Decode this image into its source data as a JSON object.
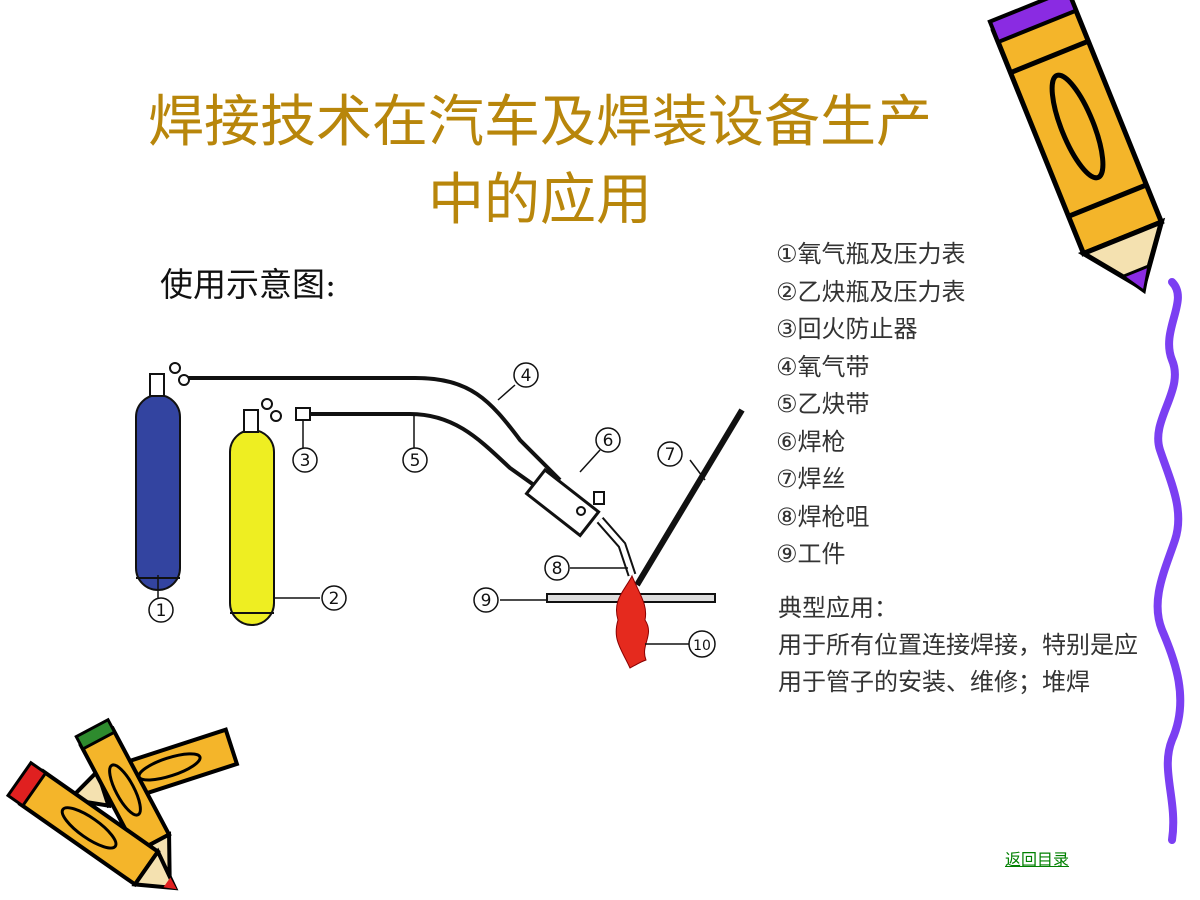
{
  "slide": {
    "title_line1": "焊接技术在汽车及焊装设备生产",
    "title_line2": "中的应用",
    "subtitle": "使用示意图:"
  },
  "legend": [
    "①氧气瓶及压力表",
    "②乙炔瓶及压力表",
    "③回火防止器",
    "④氧气带",
    "⑤乙炔带",
    "⑥焊枪",
    "⑦焊丝",
    "⑧焊枪咀",
    "⑨工件"
  ],
  "usage": {
    "heading": "典型应用：",
    "body": "用于所有位置连接焊接，特别是应用于管子的安装、维修；堆焊"
  },
  "diagram": {
    "labels": {
      "n1": "1",
      "n2": "2",
      "n3": "3",
      "n4": "4",
      "n5": "5",
      "n6": "6",
      "n7": "7",
      "n8": "8",
      "n9": "9",
      "n10": "10"
    },
    "colors": {
      "oxygen_cylinder": "#3344a0",
      "acetylene_cylinder": "#eeee22",
      "flame": "#e52a1e"
    }
  },
  "nav": {
    "back_link": "返回目录"
  },
  "decor": {
    "icons": [
      "crayon-pencil-icon",
      "crayon-pencil-icon",
      "crayon-pencil-icon",
      "wavy-line-icon"
    ],
    "colors": {
      "crayon_yellow": "#f4b52a",
      "crayon_purple": "#8a2be2",
      "wave": "#7b3ff2"
    }
  }
}
